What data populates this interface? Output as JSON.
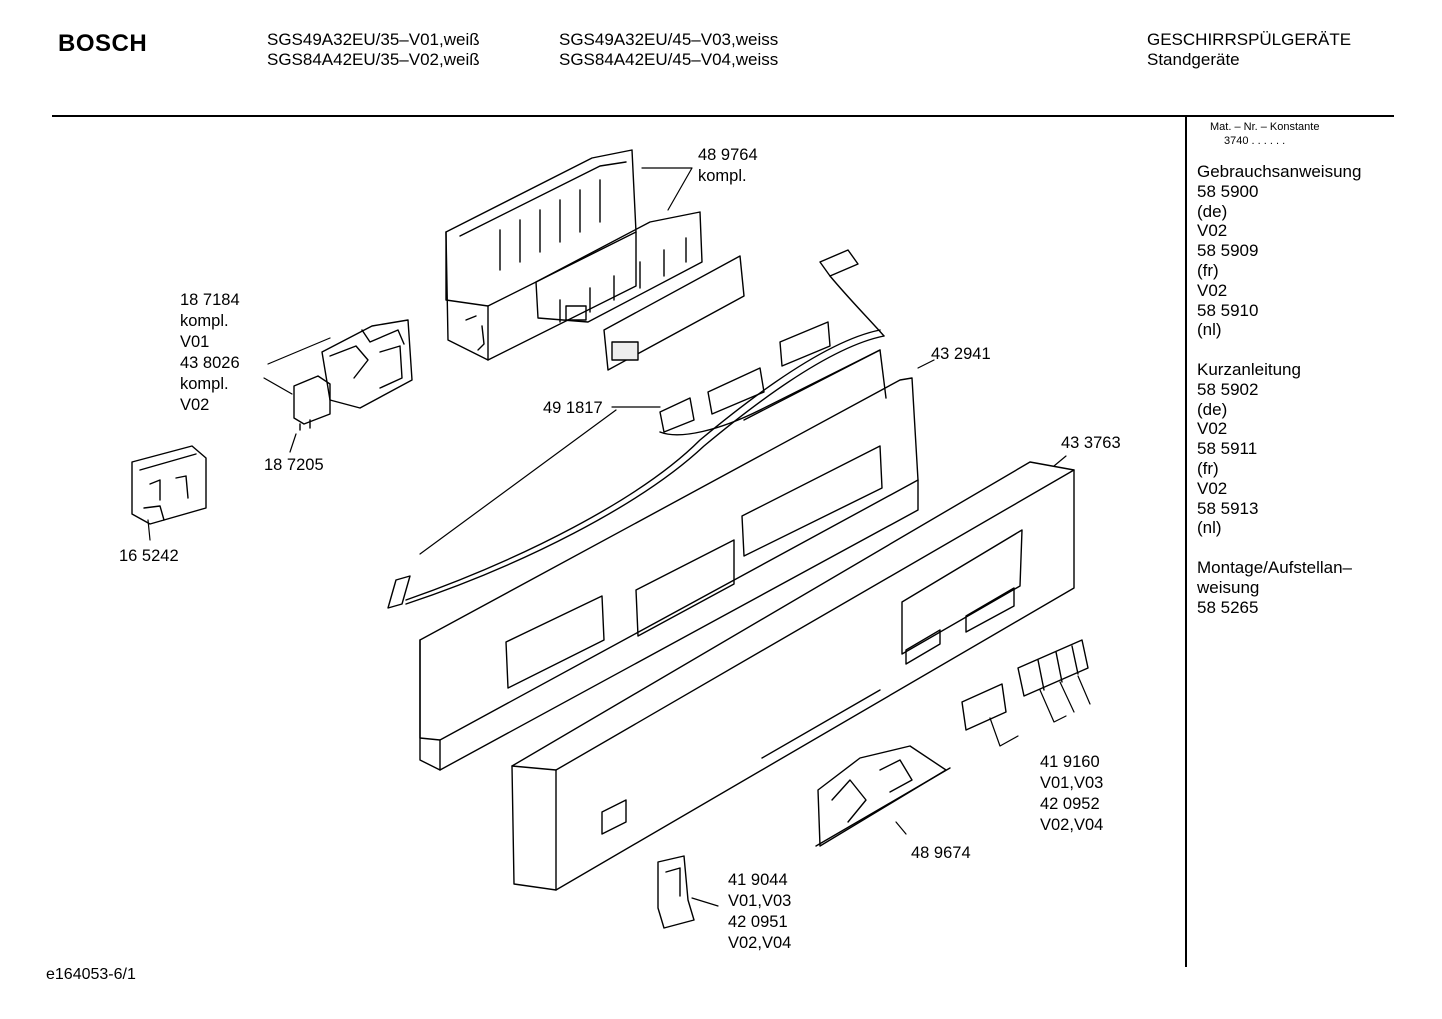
{
  "header": {
    "brand": "BOSCH",
    "models_col1": [
      "SGS49A32EU/35–V01,weiß",
      "SGS84A42EU/35–V02,weiß"
    ],
    "models_col2": [
      "SGS49A32EU/45–V03,weiss",
      "SGS84A42EU/45–V04,weiss"
    ],
    "category": "GESCHIRRSPÜLGERÄTE",
    "subcategory": "Standgeräte"
  },
  "sidebar": {
    "matnr_label": "Mat. – Nr. – Konstante",
    "matnr_value": "3740  .  .  .  .  .  .",
    "blocks": [
      {
        "title": "Gebrauchsanweisung",
        "lines": [
          "58 5900",
          "(de)",
          "V02",
          "58 5909",
          "(fr)",
          "V02",
          "58 5910",
          "(nl)"
        ]
      },
      {
        "title": "Kurzanleitung",
        "lines": [
          "58 5902",
          "(de)",
          "V02",
          "58 5911",
          "(fr)",
          "V02",
          "58 5913",
          "(nl)"
        ]
      },
      {
        "title": "Montage/Aufstellan–",
        "lines": [
          "weisung",
          "58 5265"
        ]
      }
    ]
  },
  "parts": {
    "p489764": [
      "48 9764",
      "kompl."
    ],
    "p187184": [
      "18 7184",
      "kompl.",
      "V01",
      "43 8026",
      "kompl.",
      "V02"
    ],
    "p187205": [
      "18 7205"
    ],
    "p165242": [
      "16 5242"
    ],
    "p491817": [
      "49 1817"
    ],
    "p432941": [
      "43 2941"
    ],
    "p433763": [
      "43 3763"
    ],
    "p419160": [
      "41 9160",
      "V01,V03",
      "42 0952",
      "V02,V04"
    ],
    "p489674": [
      "48 9674"
    ],
    "p419044": [
      "41 9044",
      "V01,V03",
      "42 0951",
      "V02,V04"
    ]
  },
  "footer": {
    "code": "e164053-6/1"
  }
}
